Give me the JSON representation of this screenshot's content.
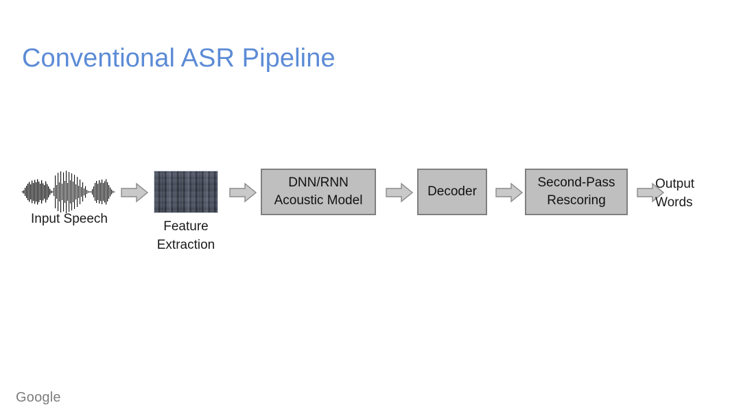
{
  "slide": {
    "title": "Conventional ASR Pipeline",
    "title_color": "#5c8bd6",
    "background_color": "#ffffff",
    "footer_logo": "Google",
    "footer_color": "#7d7d7d"
  },
  "pipeline": {
    "box_fill_color": "#bfbfbf",
    "box_border_color": "#7f7f7f",
    "arrow_fill_color": "#c9c9c9",
    "arrow_border_color": "#8a8a8a",
    "stages": [
      {
        "id": "input-speech",
        "type": "waveform",
        "label_line1": "Input Speech",
        "label_line2": ""
      },
      {
        "id": "feature-extraction",
        "type": "spectrogram",
        "label_line1": "Feature",
        "label_line2": "Extraction"
      },
      {
        "id": "acoustic-model",
        "type": "box",
        "label_line1": "DNN/RNN",
        "label_line2": "Acoustic Model"
      },
      {
        "id": "decoder",
        "type": "box",
        "label_line1": "Decoder",
        "label_line2": ""
      },
      {
        "id": "second-pass-rescoring",
        "type": "box",
        "label_line1": "Second-Pass",
        "label_line2": "Rescoring"
      },
      {
        "id": "output-words",
        "type": "text",
        "label_line1": "Output",
        "label_line2": "Words"
      }
    ],
    "arrows": [
      {
        "id": "arrow-input-to-feature",
        "direction": "right"
      },
      {
        "id": "arrow-feature-to-acoustic",
        "direction": "right"
      },
      {
        "id": "arrow-acoustic-to-decoder",
        "direction": "right"
      },
      {
        "id": "arrow-decoder-to-rescoring",
        "direction": "right"
      },
      {
        "id": "arrow-rescoring-to-output",
        "direction": "right"
      }
    ]
  }
}
